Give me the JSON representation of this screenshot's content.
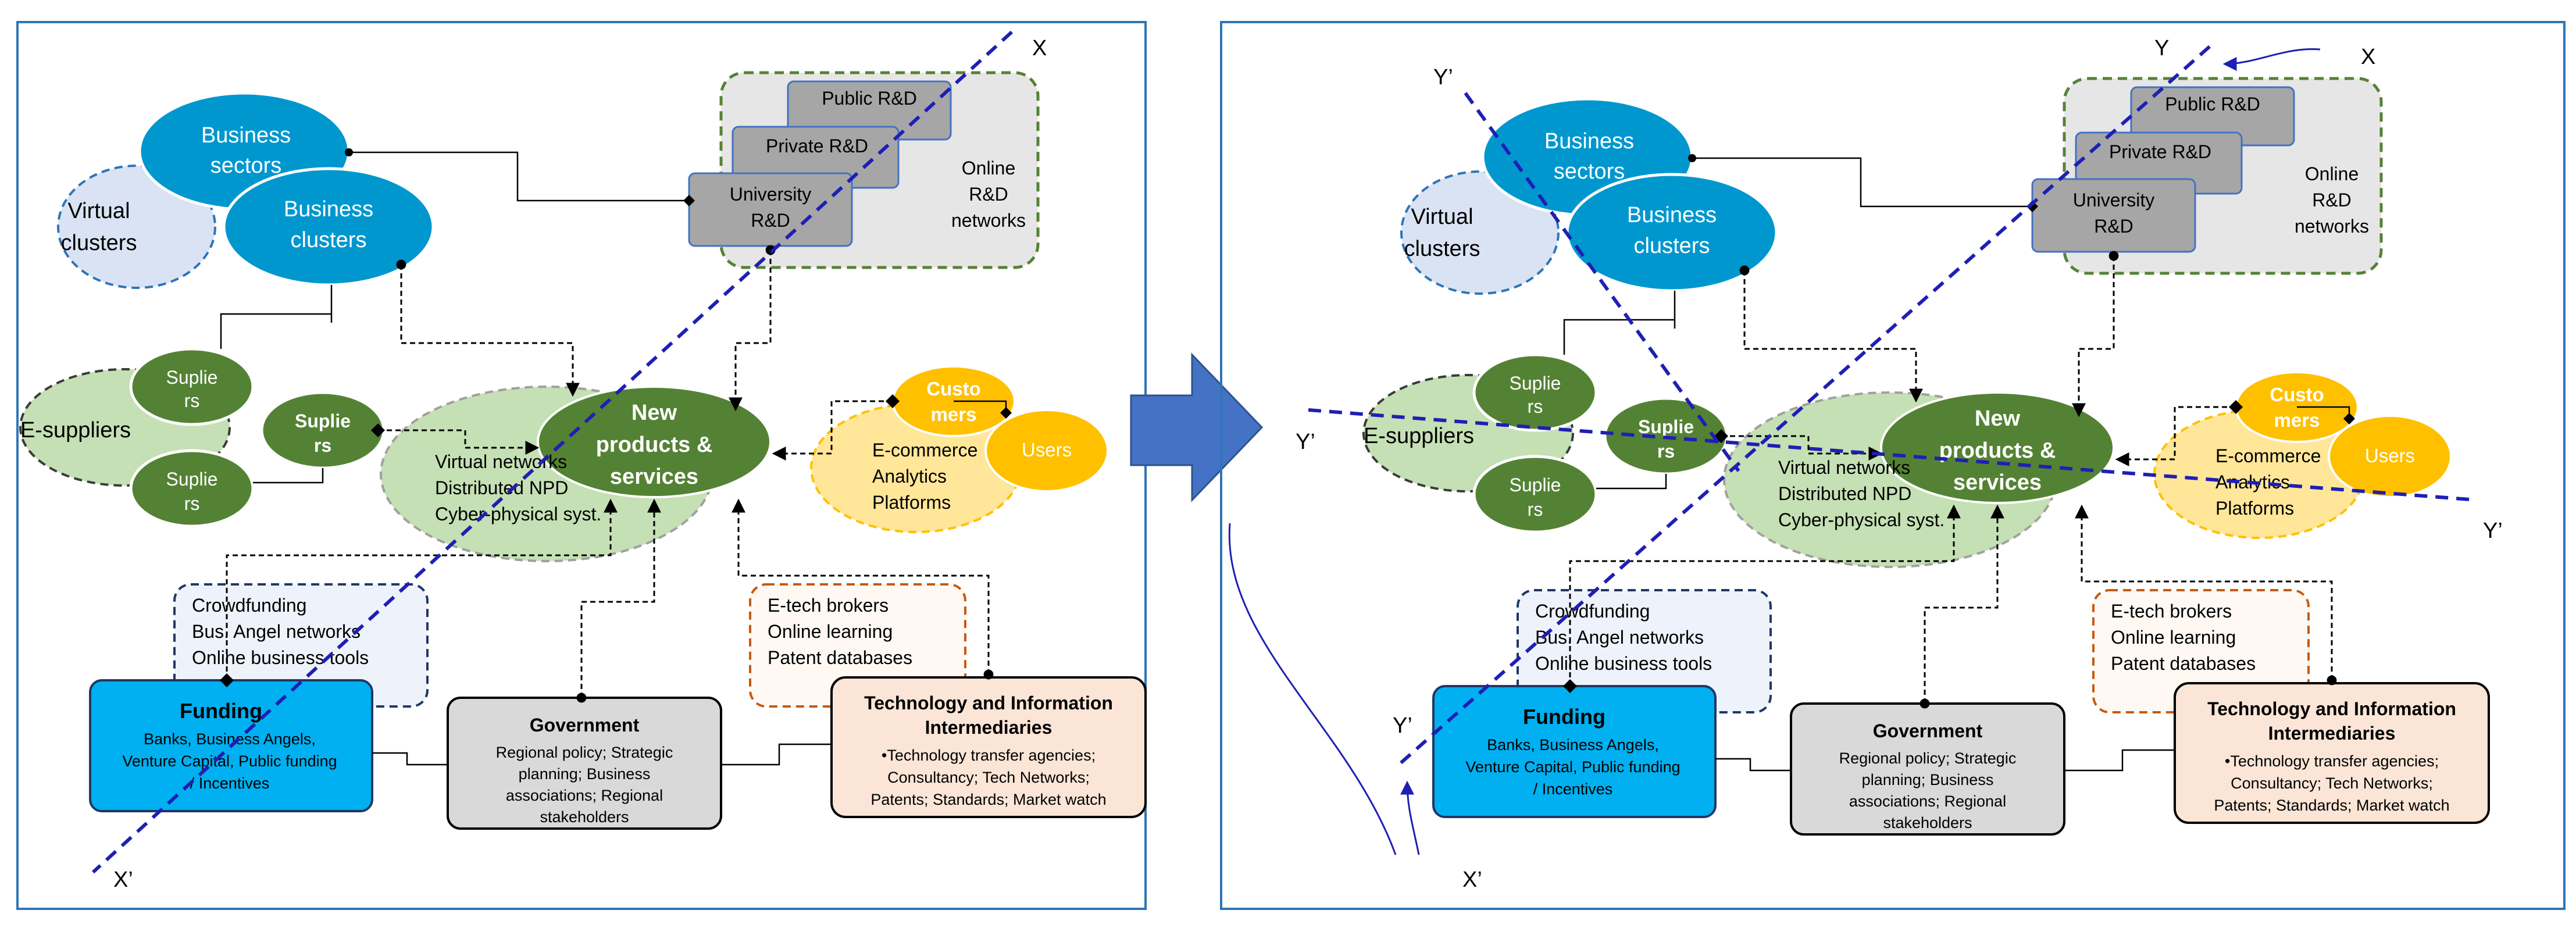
{
  "left_panel": {
    "business_sectors": [
      "Business",
      "sectors"
    ],
    "virtual_clusters": [
      "Virtual",
      "clusters"
    ],
    "business_clusters": [
      "Business",
      "clusters"
    ],
    "e_suppliers": "E-suppliers",
    "supplier_1": [
      "Suplie",
      "rs"
    ],
    "supplier_2": [
      "Suplie",
      "rs"
    ],
    "supplier_3": [
      "Suplie",
      "rs"
    ],
    "public_rd": "Public R&D",
    "private_rd": "Private R&D",
    "university_rd": [
      "University",
      "R&D"
    ],
    "online_rd": [
      "Online",
      "R&D",
      "networks"
    ],
    "new_products": [
      "New",
      "products  &",
      "services"
    ],
    "virtual_networks": [
      "Virtual networks",
      "Distributed NPD",
      "Cyber-physical syst."
    ],
    "customers": [
      "Custo",
      "mers"
    ],
    "users": "Users",
    "ecommerce": [
      "E-commerce",
      "Analytics",
      "Platforms"
    ],
    "crowdfunding": [
      "Crowdfunding",
      "Bus. Angel networks",
      "Online business tools"
    ],
    "etech": [
      "E-tech brokers",
      "Online learning",
      "Patent databases"
    ],
    "funding_title": "Funding",
    "funding_body": [
      "Banks, Business Angels,",
      "Venture Capital, Public funding",
      "/ Incentives"
    ],
    "government_title": "Government",
    "government_body": [
      "Regional policy; Strategic",
      "planning; Business",
      "associations; Regional",
      "stakeholders"
    ],
    "tech_title": [
      "Technology and Information",
      "Intermediaries"
    ],
    "tech_body": [
      "•Technology transfer agencies;",
      "Consultancy; Tech Networks;",
      "Patents; Standards; Market watch"
    ],
    "axis_x": "X",
    "axis_x_prime": "X’"
  },
  "right_panel": {
    "axis_x": "X",
    "axis_y": "Y",
    "axis_y_prime_top": "Y’",
    "axis_y_prime_left": "Y’",
    "axis_y_prime_right": "Y’",
    "axis_y_prime_bottom": "Y’",
    "axis_x_prime": "X’"
  },
  "colors": {
    "frame": "#2e75b6",
    "blue_ellipse": "#0097cf",
    "green_ellipse": "#548235",
    "light_green": "#c5e0b4",
    "light_blue": "#dae3f3",
    "grey_box": "#a6a6a6",
    "gold": "#ffc000",
    "light_gold": "#ffe699",
    "funding_blue": "#00b0f0",
    "peach": "#fbe5d6",
    "gov_grey": "#d9d9d9",
    "arrow_blue": "#4472c4",
    "dashed_axis": "#1f1fb4"
  }
}
